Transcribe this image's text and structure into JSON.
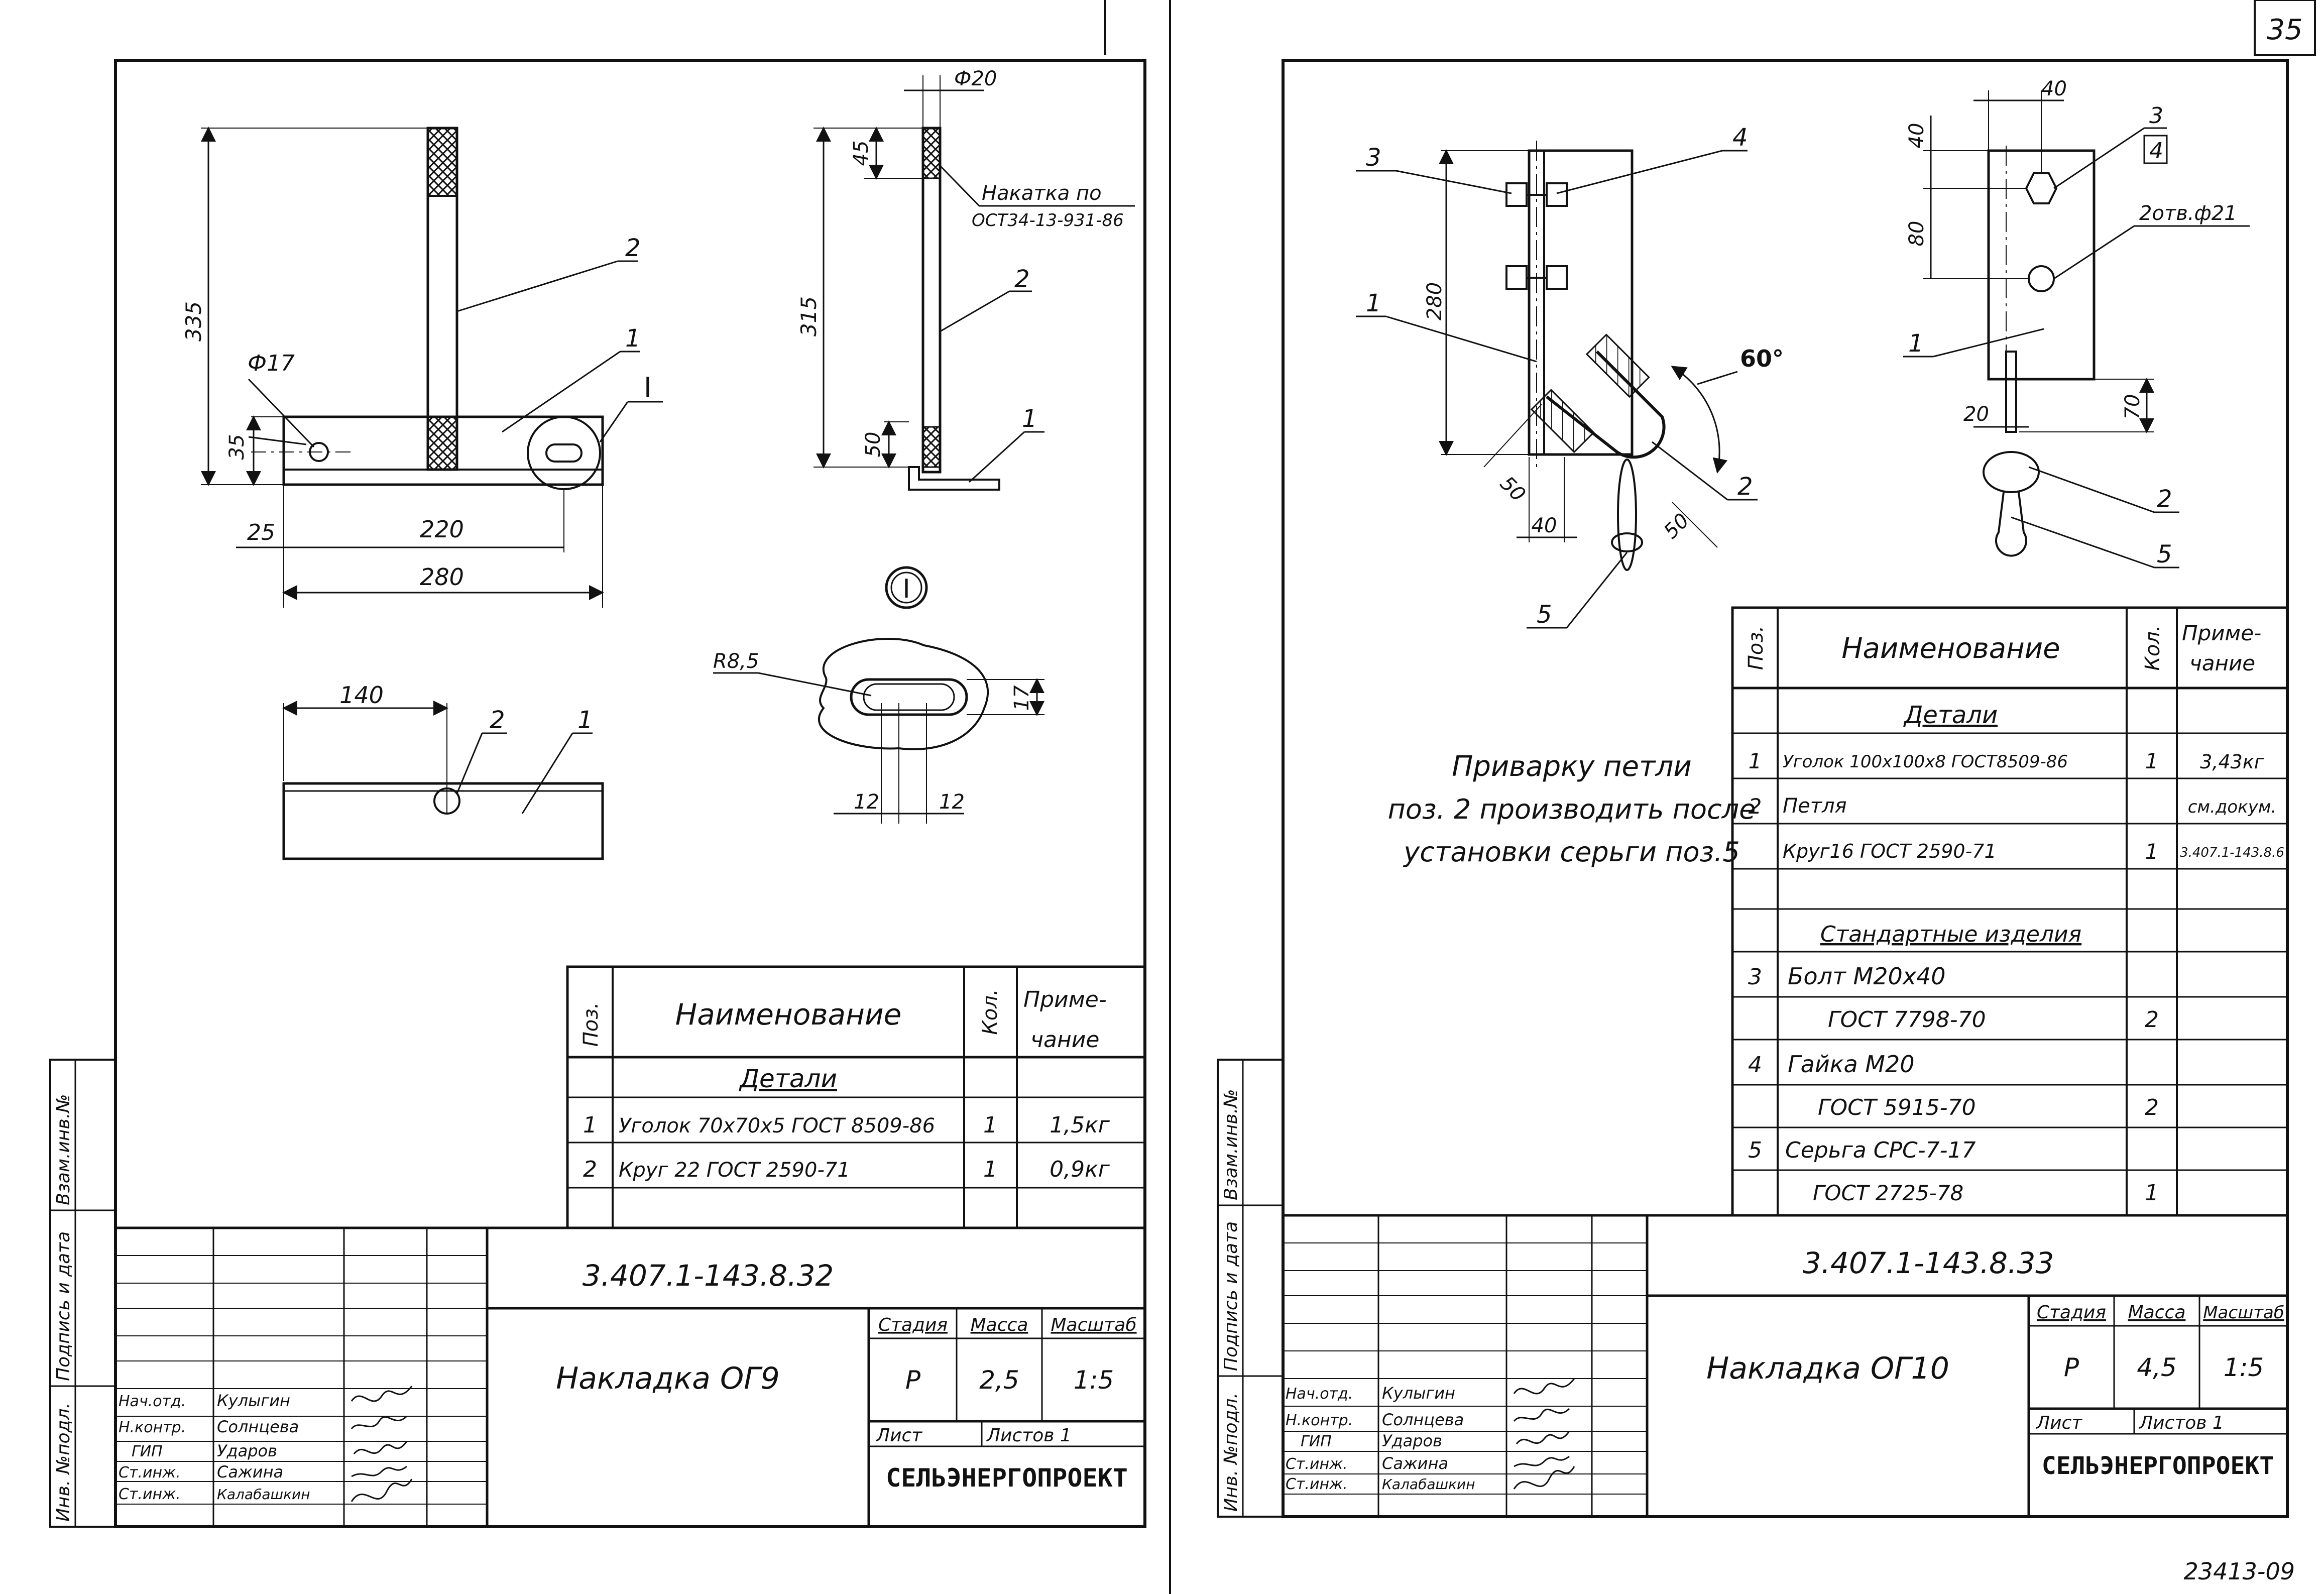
{
  "page_number": "35",
  "archive_number": "23413-09",
  "side_stamp": {
    "labels": [
      "Инв. №подл.",
      "Подпись и дата",
      "Взам.инв.№"
    ]
  },
  "left_sheet": {
    "dims": {
      "d335": "335",
      "d35": "35",
      "d25": "25",
      "d220": "220",
      "d280": "280",
      "dia17": "Ф17",
      "d140": "140",
      "dia20": "Ф20",
      "d45": "45",
      "d315": "315",
      "d50": "50",
      "r85": "R8,5",
      "d17": "17",
      "d12a": "12",
      "d12b": "12"
    },
    "knurl_note": [
      "Накатка по",
      "ОСТ34-13-931-86"
    ],
    "section_mark": "I",
    "callout_I": "I",
    "pos": {
      "p1": "1",
      "p2": "2"
    },
    "spec": {
      "headers": {
        "pos": "Поз.",
        "name": "Наименование",
        "qty": "Кол.",
        "note": [
          "Приме-",
          "чание"
        ]
      },
      "section": "Детали",
      "rows": [
        {
          "pos": "1",
          "name": "Уголок 70х70х5 ГОСТ 8509-86",
          "qty": "1",
          "note": "1,5кг"
        },
        {
          "pos": "2",
          "name": "Круг 22 ГОСТ 2590-71",
          "qty": "1",
          "note": "0,9кг"
        }
      ]
    },
    "title_block": {
      "doc_code": "3.407.1-143.8.32",
      "title": "Накладка ОГ9",
      "stage_label": "Стадия",
      "mass_label": "Масса",
      "scale_label": "Масштаб",
      "stage": "Р",
      "mass": "2,5",
      "scale": "1:5",
      "sheet_label": "Лист",
      "sheets_label": "Листов 1",
      "org": "СЕЛЬЭНЕРГОПРОЕКТ",
      "people": [
        {
          "role": "Нач.отд.",
          "name": "Кулыгин"
        },
        {
          "role": "Н.контр.",
          "name": "Солнцева"
        },
        {
          "role": "ГИП",
          "name": "Ударов"
        },
        {
          "role": "Ст.инж.",
          "name": "Сажина"
        },
        {
          "role": "Ст.инж.",
          "name": "Калабашкин"
        }
      ]
    }
  },
  "right_sheet": {
    "dims": {
      "d280": "280",
      "d60": "60°",
      "d50a": "50",
      "d40a": "40",
      "d50b": "50",
      "d40b": "40",
      "d40c": "40",
      "d80": "80",
      "d20": "20",
      "d70": "70",
      "holes": "2отв.ф21"
    },
    "pos": {
      "p1a": "1",
      "p2a": "2",
      "p3a": "3",
      "p4a": "4",
      "p5a": "5",
      "p1b": "1",
      "p2b": "2",
      "p3b": "3",
      "p4b": "4",
      "p5b": "5"
    },
    "welding_note": [
      "Приварку петли",
      "поз. 2 производить после",
      "установки серьги поз.5"
    ],
    "spec": {
      "headers": {
        "pos": "Поз.",
        "name": "Наименование",
        "qty": "Кол.",
        "note": [
          "Приме-",
          "чание"
        ]
      },
      "section1": "Детали",
      "section2": "Стандартные изделия",
      "rows": [
        {
          "pos": "1",
          "name": "Уголок 100х100х8 ГОСТ8509-86",
          "qty": "1",
          "note": "3,43кг"
        },
        {
          "pos": "2",
          "name": "Петля",
          "qty": "",
          "note": "см.докум."
        },
        {
          "pos": "",
          "name": "Круг16 ГОСТ 2590-71",
          "qty": "1",
          "note": "3.407.1-143.8.6"
        },
        {
          "pos": "3",
          "name": "Болт М20х40",
          "qty": "",
          "note": ""
        },
        {
          "pos": "",
          "name": "ГОСТ 7798-70",
          "qty": "2",
          "note": ""
        },
        {
          "pos": "4",
          "name": "Гайка М20",
          "qty": "",
          "note": ""
        },
        {
          "pos": "",
          "name": "ГОСТ 5915-70",
          "qty": "2",
          "note": ""
        },
        {
          "pos": "5",
          "name": "Серьга СРС-7-17",
          "qty": "",
          "note": ""
        },
        {
          "pos": "",
          "name": "ГОСТ 2725-78",
          "qty": "1",
          "note": ""
        }
      ]
    },
    "title_block": {
      "doc_code": "3.407.1-143.8.33",
      "title": "Накладка ОГ10",
      "stage_label": "Стадия",
      "mass_label": "Масса",
      "scale_label": "Масштаб",
      "stage": "Р",
      "mass": "4,5",
      "scale": "1:5",
      "sheet_label": "Лист",
      "sheets_label": "Листов 1",
      "org": "СЕЛЬЭНЕРГОПРОЕКТ",
      "people": [
        {
          "role": "Нач.отд.",
          "name": "Кулыгин"
        },
        {
          "role": "Н.контр.",
          "name": "Солнцева"
        },
        {
          "role": "ГИП",
          "name": "Ударов"
        },
        {
          "role": "Ст.инж.",
          "name": "Сажина"
        },
        {
          "role": "Ст.инж.",
          "name": "Калабашкин"
        }
      ]
    }
  }
}
